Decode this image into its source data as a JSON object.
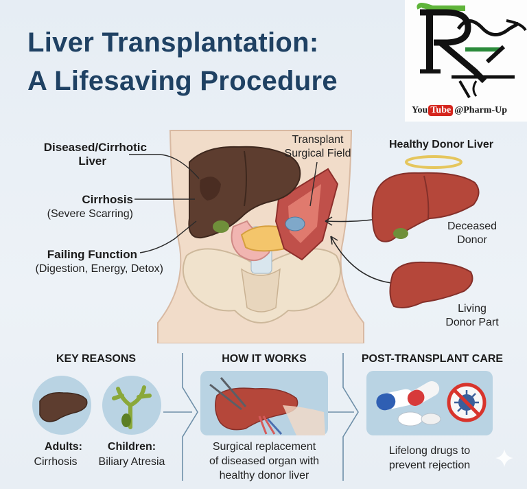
{
  "title": {
    "line1": "Liver Transplantation:",
    "line2": "A Lifesaving Procedure"
  },
  "logo": {
    "mark": "Rx",
    "youtube_you": "You",
    "youtube_tube": "Tube",
    "handle": "@Pharm-Up"
  },
  "left_labels": {
    "diseased_line1": "Diseased/Cirrhotic",
    "diseased_line2": "Liver",
    "cirrhosis": "Cirrhosis",
    "cirrhosis_sub": "(Severe Scarring)",
    "failing": "Failing Function",
    "failing_sub": "(Digestion, Energy, Detox)"
  },
  "center_labels": {
    "transplant_line1": "Transplant",
    "transplant_line2": "Surgical Field"
  },
  "right_labels": {
    "healthy_title": "Healthy Donor Liver",
    "deceased_line1": "Deceased",
    "deceased_line2": "Donor",
    "living_line1": "Living",
    "living_line2": "Donor Part"
  },
  "sections": {
    "reasons": {
      "heading": "KEY REASONS",
      "adults_label": "Adults:",
      "adults_value": "Cirrhosis",
      "children_label": "Children:",
      "children_value": "Biliary Atresia"
    },
    "how": {
      "heading": "HOW IT WORKS",
      "line1": "Surgical replacement",
      "line2": "of diseased organ with",
      "line3": "healthy donor liver"
    },
    "care": {
      "heading": "POST-TRANSPLANT CARE",
      "line1": "Lifelong drugs to",
      "line2": "prevent rejection"
    }
  },
  "colors": {
    "title": "#1f4163",
    "healthy_liver": "#b5473a",
    "diseased_liver": "#5a3b2e",
    "skin": "#f0d9c6",
    "panel": "#b9d3e3"
  },
  "icons": [
    "rx-logo-icon",
    "youtube-icon",
    "halo-icon",
    "sparkle-icon",
    "pill-capsule-icon",
    "no-virus-icon",
    "scalpel-icon"
  ]
}
